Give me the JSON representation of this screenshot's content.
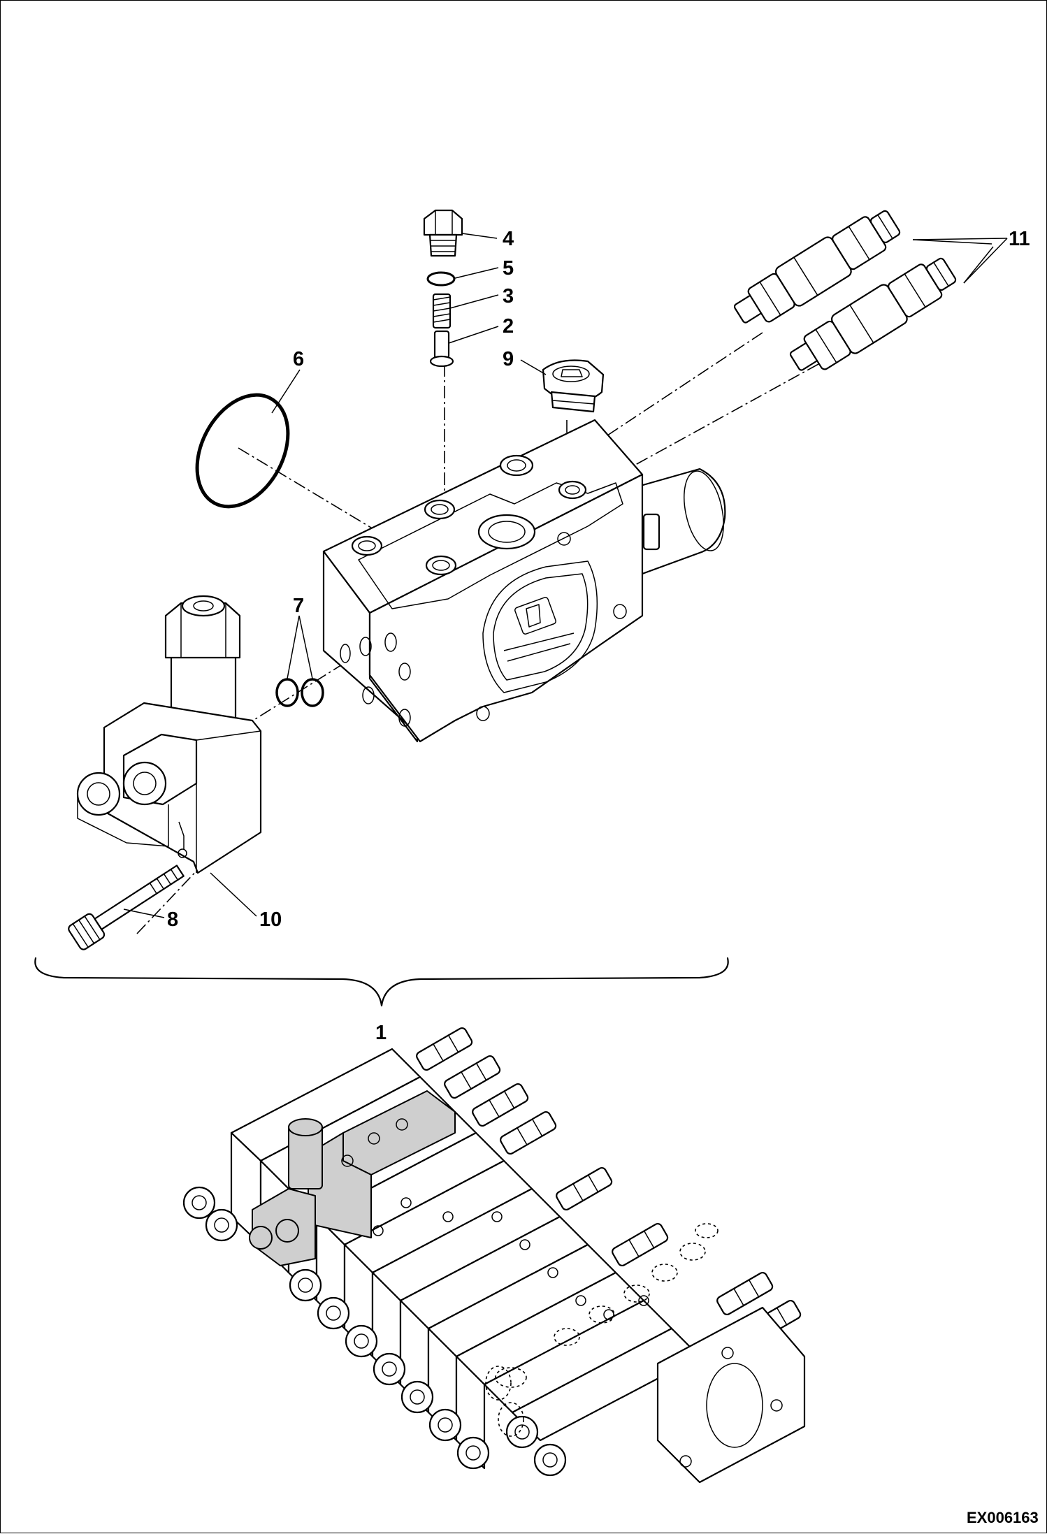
{
  "callouts": {
    "c1": "1",
    "c2": "2",
    "c3": "3",
    "c4": "4",
    "c5": "5",
    "c6": "6",
    "c7": "7",
    "c8": "8",
    "c9": "9",
    "c10": "10",
    "c11": "11"
  },
  "drawing_code": "EX006163"
}
